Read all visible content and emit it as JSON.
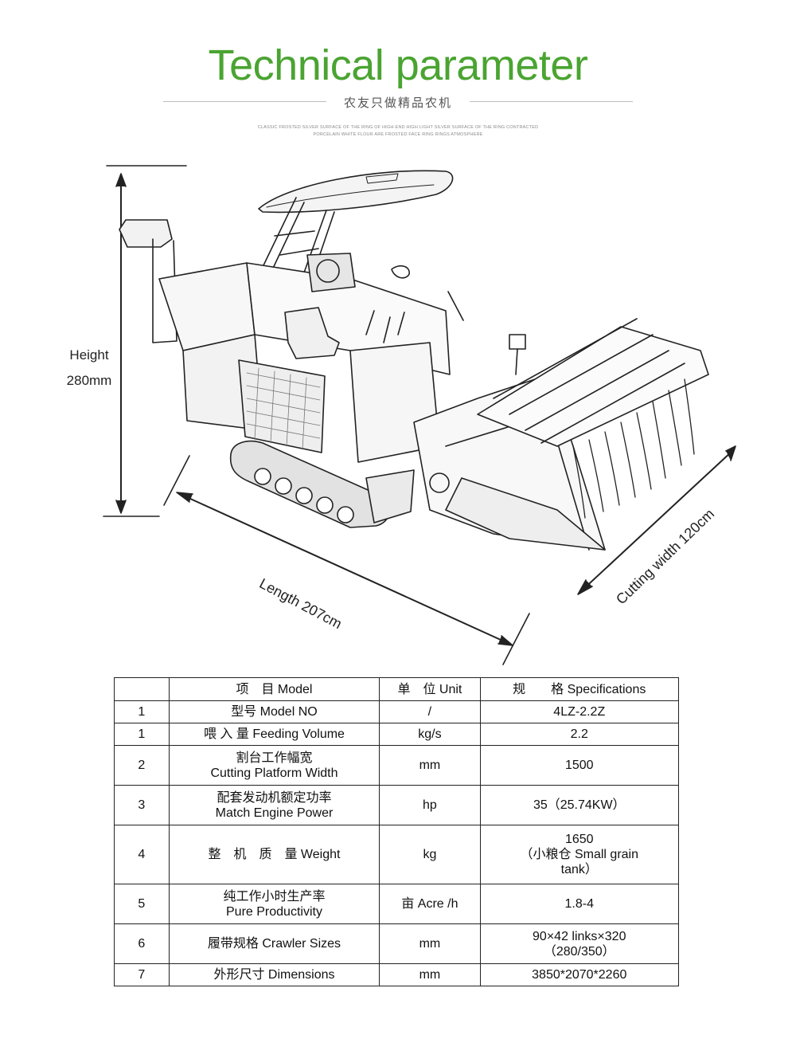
{
  "header": {
    "title": "Technical parameter",
    "subtitle": "农友只做精品农机",
    "tagline_1": "CLASSIC FROSTED SILVER SURFACE OF THE RING OF HIGH-END HIGH LIGHT SILVER SURFACE OF THE RING CONTRACTED",
    "tagline_2": "PORCELAIN WHITE FLOUR ARE FROSTED FACE RING RINGS ATMOSPHERE"
  },
  "dimensions": {
    "height_label": "Height",
    "height_value": "280mm",
    "length": "Length 207cm",
    "cutting_width": "Cutting width 120cm"
  },
  "colors": {
    "title_green": "#4aa431",
    "table_border": "#222222"
  },
  "table": {
    "headers": [
      "",
      "项　目 Model",
      "单　位 Unit",
      "规　　格 Specifications"
    ],
    "rows": [
      {
        "no": "1",
        "item": "型号 Model NO",
        "item2": "",
        "unit": "/",
        "spec": "4LZ-2.2Z",
        "spec2": "",
        "spec3": ""
      },
      {
        "no": "1",
        "item": "喂 入 量  Feeding Volume",
        "item2": "",
        "unit": "kg/s",
        "spec": "2.2",
        "spec2": "",
        "spec3": ""
      },
      {
        "no": "2",
        "item": "割台工作幅宽",
        "item2": "Cutting Platform Width",
        "unit": "mm",
        "spec": "1500",
        "spec2": "",
        "spec3": ""
      },
      {
        "no": "3",
        "item": "配套发动机额定功率",
        "item2": "Match Engine Power",
        "unit": "hp",
        "spec": "35（25.74KW）",
        "spec2": "",
        "spec3": ""
      },
      {
        "no": "4",
        "item": "整　机　质　量 Weight",
        "item2": "",
        "unit": "kg",
        "spec": "1650",
        "spec2": "（小粮仓 Small grain",
        "spec3": "tank）"
      },
      {
        "no": "5",
        "item": "纯工作小时生产率",
        "item2": "Pure Productivity",
        "unit": "亩 Acre /h",
        "spec": "1.8-4",
        "spec2": "",
        "spec3": ""
      },
      {
        "no": "6",
        "item": "履带规格 Crawler Sizes",
        "item2": "",
        "unit": "mm",
        "spec": "90×42 links×320",
        "spec2": "（280/350）",
        "spec3": ""
      },
      {
        "no": "7",
        "item": "外形尺寸 Dimensions",
        "item2": "",
        "unit": "mm",
        "spec": "3850*2070*2260",
        "spec2": "",
        "spec3": ""
      }
    ]
  }
}
